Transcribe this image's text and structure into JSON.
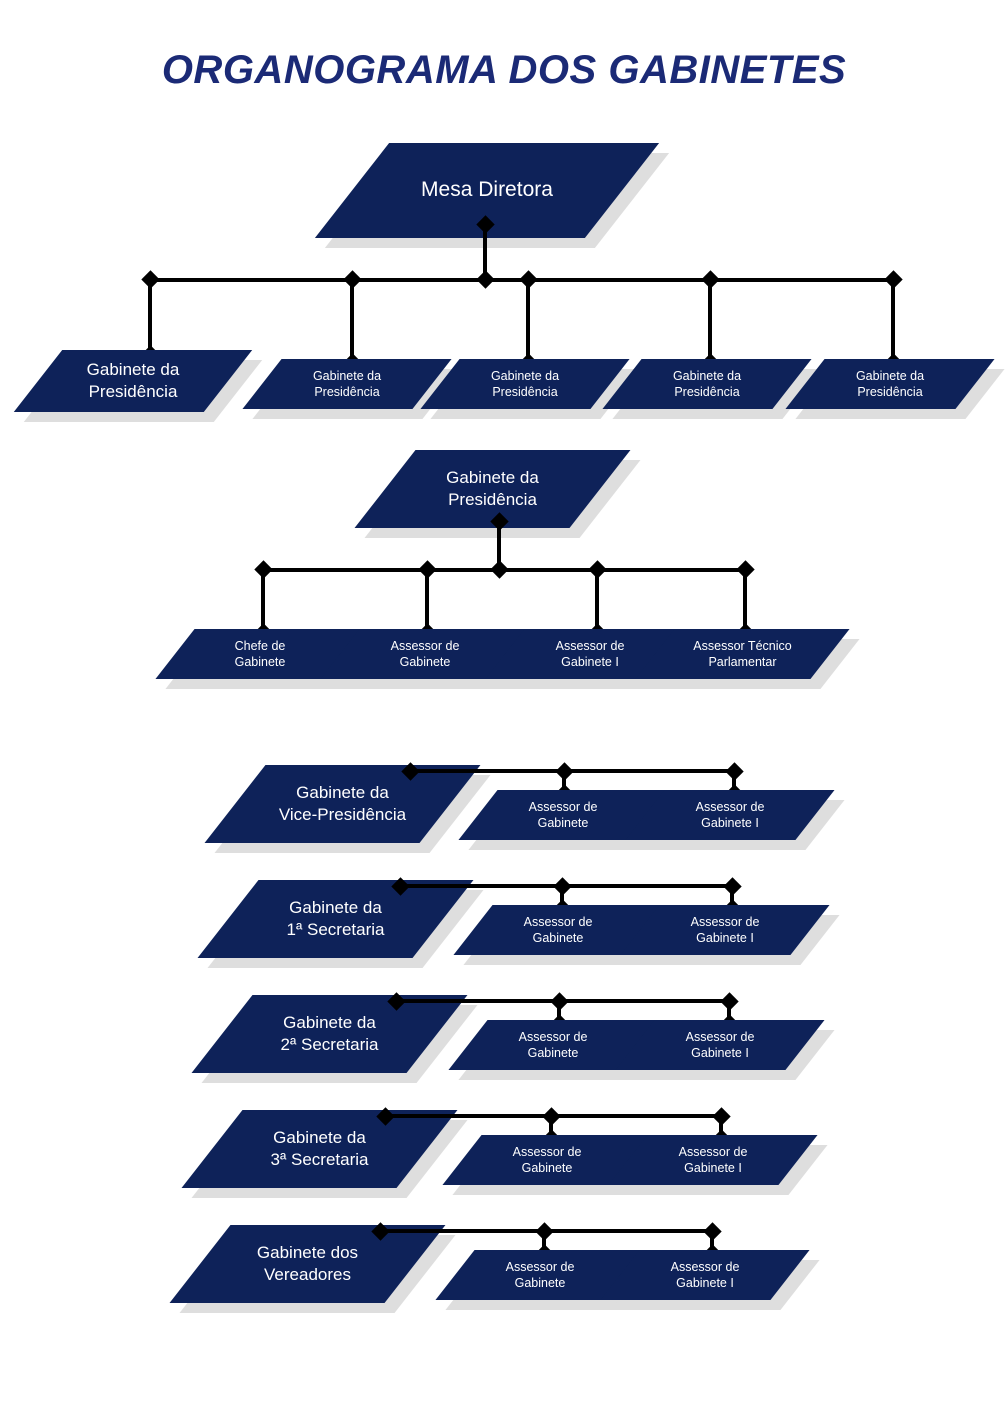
{
  "title": "ORGANOGRAMA DOS GABINETES",
  "colors": {
    "box": "#0E2259",
    "shadow": "#DEDEDE",
    "title": "#1B2A76",
    "connector": "#000000",
    "label": "#FFFFFF",
    "background": "#FFFFFF"
  },
  "chart_data": {
    "type": "diagram",
    "title": "ORGANOGRAMA DOS GABINETES",
    "nodes": [
      {
        "id": "mesa",
        "label": "Mesa Diretora",
        "level": 0
      },
      {
        "id": "p1",
        "label": "Gabinete da\nPresidência",
        "level": 1
      },
      {
        "id": "p2",
        "label": "Gabinete da\nPresidência",
        "level": 1
      },
      {
        "id": "p3",
        "label": "Gabinete da\nPresidência",
        "level": 1
      },
      {
        "id": "p4",
        "label": "Gabinete da\nPresidência",
        "level": 1
      },
      {
        "id": "p5",
        "label": "Gabinete da\nPresidência",
        "level": 1
      },
      {
        "id": "pres",
        "label": "Gabinete da\nPresidência",
        "level": 2
      },
      {
        "id": "c1",
        "label": "Chefe de\nGabinete",
        "level": 3
      },
      {
        "id": "c2",
        "label": "Assessor de\nGabinete",
        "level": 3
      },
      {
        "id": "c3",
        "label": "Assessor de\nGabinete I",
        "level": 3
      },
      {
        "id": "c4",
        "label": "Assessor Técnico\nParlamentar",
        "level": 3
      },
      {
        "id": "vice",
        "label": "Gabinete da\nVice-Presidência",
        "level": 4
      },
      {
        "id": "sec1",
        "label": "Gabinete da\n1ª Secretaria",
        "level": 4
      },
      {
        "id": "sec2",
        "label": "Gabinete da\n2ª Secretaria",
        "level": 4
      },
      {
        "id": "sec3",
        "label": "Gabinete da\n3ª Secretaria",
        "level": 4
      },
      {
        "id": "ver",
        "label": "Gabinete dos\nVereadores",
        "level": 4
      }
    ],
    "edges": [
      {
        "from": "mesa",
        "to": "p1"
      },
      {
        "from": "mesa",
        "to": "p2"
      },
      {
        "from": "mesa",
        "to": "p3"
      },
      {
        "from": "mesa",
        "to": "p4"
      },
      {
        "from": "mesa",
        "to": "p5"
      },
      {
        "from": "pres",
        "to": "c1"
      },
      {
        "from": "pres",
        "to": "c2"
      },
      {
        "from": "pres",
        "to": "c3"
      },
      {
        "from": "pres",
        "to": "c4"
      },
      {
        "from": "vice",
        "to": "vice-a1"
      },
      {
        "from": "vice",
        "to": "vice-a2"
      },
      {
        "from": "sec1",
        "to": "sec1-a1"
      },
      {
        "from": "sec1",
        "to": "sec1-a2"
      },
      {
        "from": "sec2",
        "to": "sec2-a1"
      },
      {
        "from": "sec2",
        "to": "sec2-a2"
      },
      {
        "from": "sec3",
        "to": "sec3-a1"
      },
      {
        "from": "sec3",
        "to": "sec3-a2"
      },
      {
        "from": "ver",
        "to": "ver-a1"
      },
      {
        "from": "ver",
        "to": "ver-a2"
      }
    ]
  },
  "tier_top": {
    "root": "Mesa Diretora",
    "children": [
      "Gabinete da\nPresidência",
      "Gabinete da\nPresidência",
      "Gabinete da\nPresidência",
      "Gabinete da\nPresidência",
      "Gabinete da\nPresidência"
    ]
  },
  "tier_presidencia": {
    "root": "Gabinete da\nPresidência",
    "children": [
      "Chefe de\nGabinete",
      "Assessor de\nGabinete",
      "Assessor de\nGabinete I",
      "Assessor Técnico\nParlamentar"
    ]
  },
  "tier_gabinetes": [
    {
      "root": "Gabinete da\nVice-Presidência",
      "children": [
        "Assessor de\nGabinete",
        "Assessor de\nGabinete I"
      ]
    },
    {
      "root": "Gabinete da\n1ª Secretaria",
      "children": [
        "Assessor de\nGabinete",
        "Assessor de\nGabinete I"
      ]
    },
    {
      "root": "Gabinete da\n2ª Secretaria",
      "children": [
        "Assessor de\nGabinete",
        "Assessor de\nGabinete I"
      ]
    },
    {
      "root": "Gabinete da\n3ª Secretaria",
      "children": [
        "Assessor de\nGabinete",
        "Assessor de\nGabinete I"
      ]
    },
    {
      "root": "Gabinete dos\nVereadores",
      "children": [
        "Assessor de\nGabinete",
        "Assessor de\nGabinete I"
      ]
    }
  ]
}
